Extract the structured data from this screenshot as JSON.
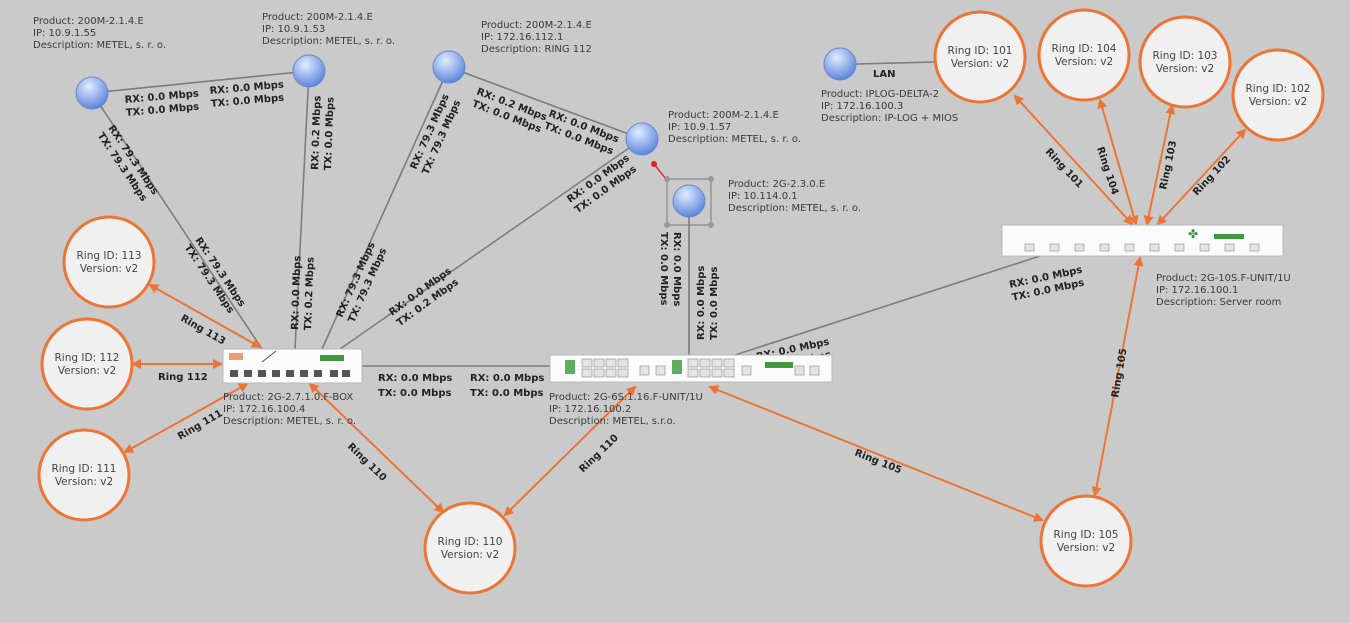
{
  "devices": [
    {
      "product": "Product: 200M-2.1.4.E",
      "ip": "IP: 10.9.1.55",
      "desc": "Description: METEL, s. r. o."
    },
    {
      "product": "Product: 200M-2.1.4.E",
      "ip": "IP: 10.9.1.53",
      "desc": "Description: METEL, s. r. o."
    },
    {
      "product": "Product: 200M-2.1.4.E",
      "ip": "IP: 172.16.112.1",
      "desc": "Description: RING 112"
    },
    {
      "product": "Product: 200M-2.1.4.E",
      "ip": "IP: 10.9.1.57",
      "desc": "Description: METEL, s. r. o."
    },
    {
      "product": "Product: 2G-2.3.0.E",
      "ip": "IP: 10.114.0.1",
      "desc": "Description: METEL, s. r. o."
    },
    {
      "product": "Product: IPLOG-DELTA-2",
      "ip": "IP: 172.16.100.3",
      "desc": "Description: IP-LOG + MIOS"
    },
    {
      "product": "Product: 2G-2.7.1.0.F-BOX",
      "ip": "IP: 172.16.100.4",
      "desc": "Description: METEL, s. r. o."
    },
    {
      "product": "Product: 2G-6S.1.16.F-UNIT/1U",
      "ip": "IP: 172.16.100.2",
      "desc": "Description: METEL, s.r.o."
    },
    {
      "product": "Product: 2G-10S.F-UNIT/1U",
      "ip": "IP: 172.16.100.1",
      "desc": "Description: Server room"
    }
  ],
  "lan_label": "LAN",
  "rings": [
    {
      "id": "Ring ID: 101",
      "ver": "Version: v2",
      "link": "Ring 101"
    },
    {
      "id": "Ring ID: 104",
      "ver": "Version: v2",
      "link": "Ring 104"
    },
    {
      "id": "Ring ID: 103",
      "ver": "Version: v2",
      "link": "Ring 103"
    },
    {
      "id": "Ring ID: 102",
      "ver": "Version: v2",
      "link": "Ring 102"
    },
    {
      "id": "Ring ID: 113",
      "ver": "Version: v2",
      "link": "Ring 113"
    },
    {
      "id": "Ring ID: 112",
      "ver": "Version: v2",
      "link": "Ring 112"
    },
    {
      "id": "Ring ID: 111",
      "ver": "Version: v2",
      "link": "Ring 111"
    },
    {
      "id": "Ring ID: 110",
      "ver": "Version: v2",
      "link": "Ring 110"
    },
    {
      "id": "Ring ID: 105",
      "ver": "Version: v2",
      "link": "Ring 105"
    }
  ],
  "traffic": {
    "a_b_1": {
      "rx": "RX: 0.0 Mbps",
      "tx": "TX: 0.0 Mbps"
    },
    "a_b_2": {
      "rx": "RX: 0.0 Mbps",
      "tx": "TX: 0.0 Mbps"
    },
    "a_s1_1": {
      "rx": "RX: 79.3 Mbps",
      "tx": "TX: 79.3 Mbps"
    },
    "a_s1_2": {
      "rx": "RX: 79.3 Mbps",
      "tx": "TX: 79.3 Mbps"
    },
    "b_s1_1": {
      "rx": "RX: 0.2 Mbps",
      "tx": "TX: 0.0 Mbps"
    },
    "b_s1_2": {
      "rx": "RX: 0.0 Mbps",
      "tx": "TX: 0.2 Mbps"
    },
    "c_s1_1": {
      "rx": "RX: 79.3 Mbps",
      "tx": "TX: 79.3 Mbps"
    },
    "c_s1_2": {
      "rx": "RX: 79.3 Mbps",
      "tx": "TX: 79.3 Mbps"
    },
    "c_d_1": {
      "rx": "RX: 0.2 Mbps",
      "tx": "TX: 0.0 Mbps"
    },
    "c_d_2": {
      "rx": "RX: 0.0 Mbps",
      "tx": "TX: 0.0 Mbps"
    },
    "d_s1_1": {
      "rx": "RX: 0.0 Mbps",
      "tx": "TX: 0.0 Mbps"
    },
    "d_s1_2": {
      "rx": "RX: 0.0 Mbps",
      "tx": "TX: 0.2 Mbps"
    },
    "e_s2_1": {
      "rx": "RX: 0.0 Mbps",
      "tx": "TX: 0.0 Mbps"
    },
    "e_s2_2": {
      "rx": "RX: 0.0 Mbps",
      "tx": "TX: 0.0 Mbps"
    },
    "s1_s2_1": {
      "rx": "RX: 0.0 Mbps",
      "tx": "TX: 0.0 Mbps"
    },
    "s1_s2_2": {
      "rx": "RX: 0.0 Mbps",
      "tx": "TX: 0.0 Mbps"
    },
    "s2_s3_1": {
      "rx": "RX: 0.0 Mbps",
      "tx": "TX: 0.0 Mbps"
    },
    "s2_s3_2": {
      "rx": "RX: 0.0 Mbps",
      "tx": "TX: 0.0 Mbps"
    }
  }
}
